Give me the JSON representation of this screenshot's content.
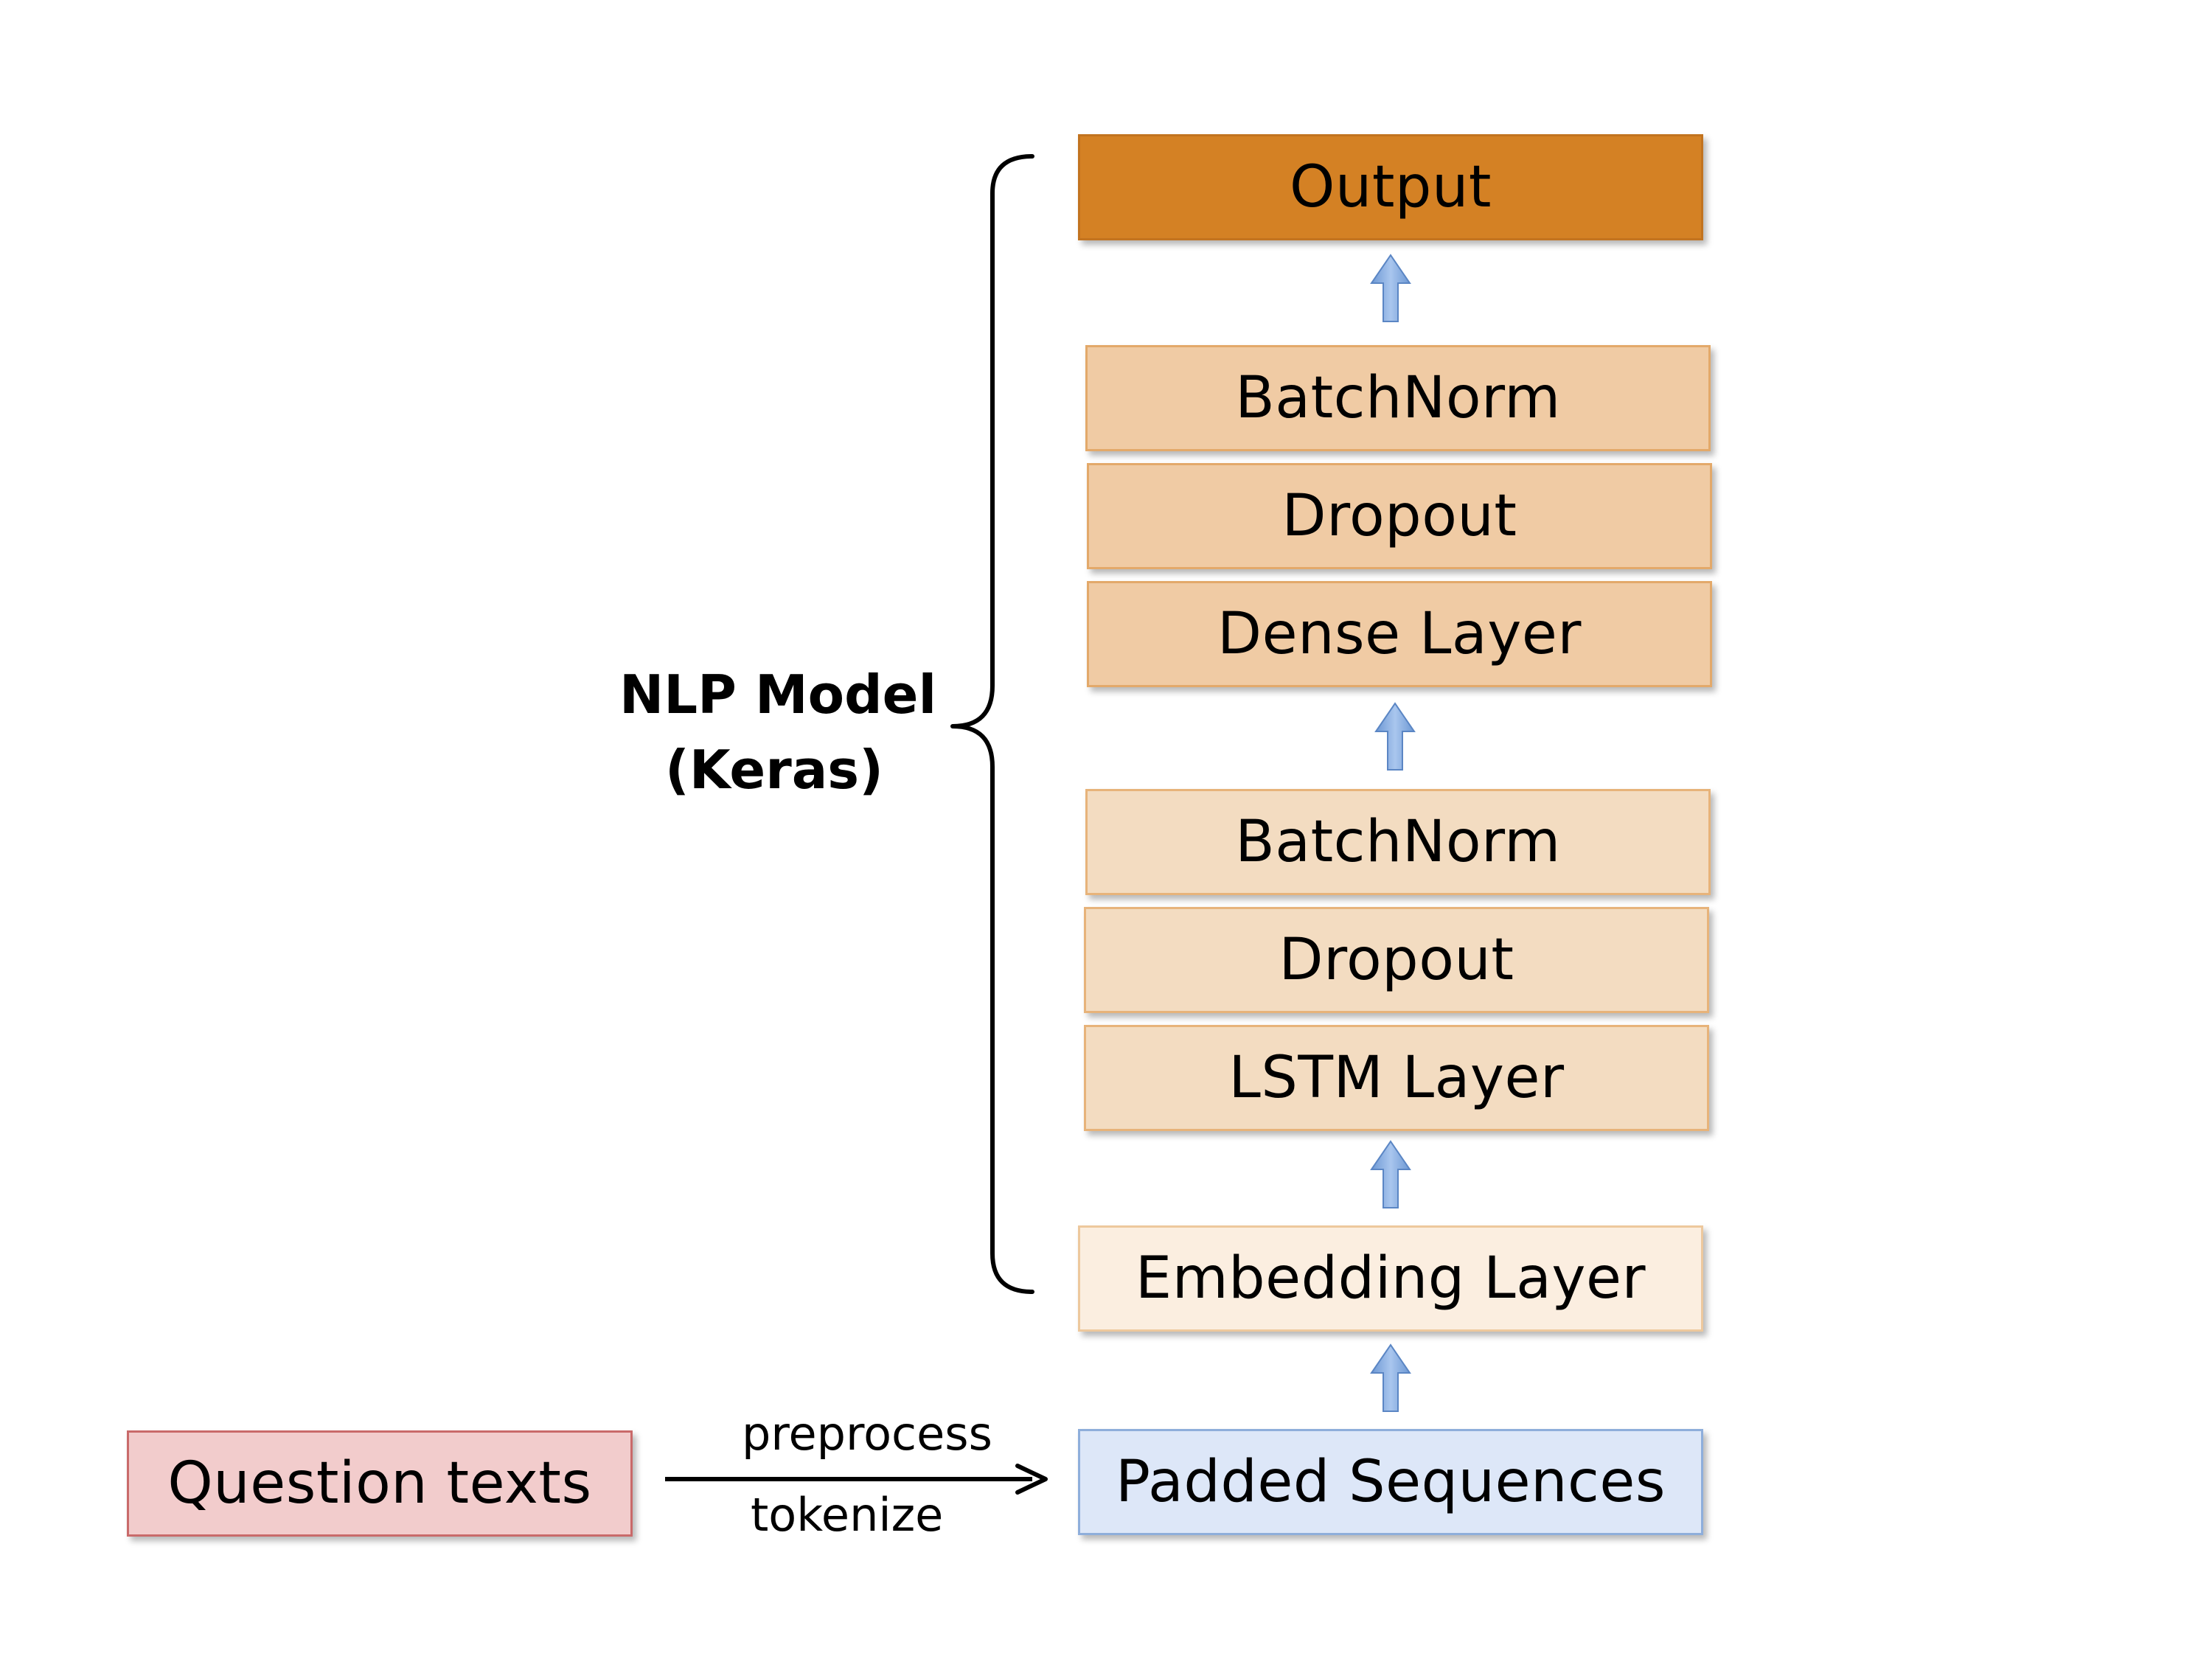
{
  "diagram": {
    "model_label_line1": "NLP Model",
    "model_label_line2": "(Keras)",
    "nodes": {
      "output": "Output",
      "batchnorm_upper": "BatchNorm",
      "dropout_upper": "Dropout",
      "dense": "Dense Layer",
      "batchnorm_lower": "BatchNorm",
      "dropout_lower": "Dropout",
      "lstm": "LSTM Layer",
      "embedding": "Embedding Layer",
      "padded": "Padded Sequences",
      "question": "Question texts"
    },
    "edge_labels": {
      "preprocess": "preprocess",
      "tokenize": "tokenize"
    },
    "colors": {
      "output": "#d48124",
      "upper_block": "#f0cba4",
      "lower_block": "#f3dcc1",
      "embedding": "#fbeee0",
      "padded": "#dde7f8",
      "question": "#f2cccc",
      "arrow_blue": "#7fa7dc"
    }
  }
}
